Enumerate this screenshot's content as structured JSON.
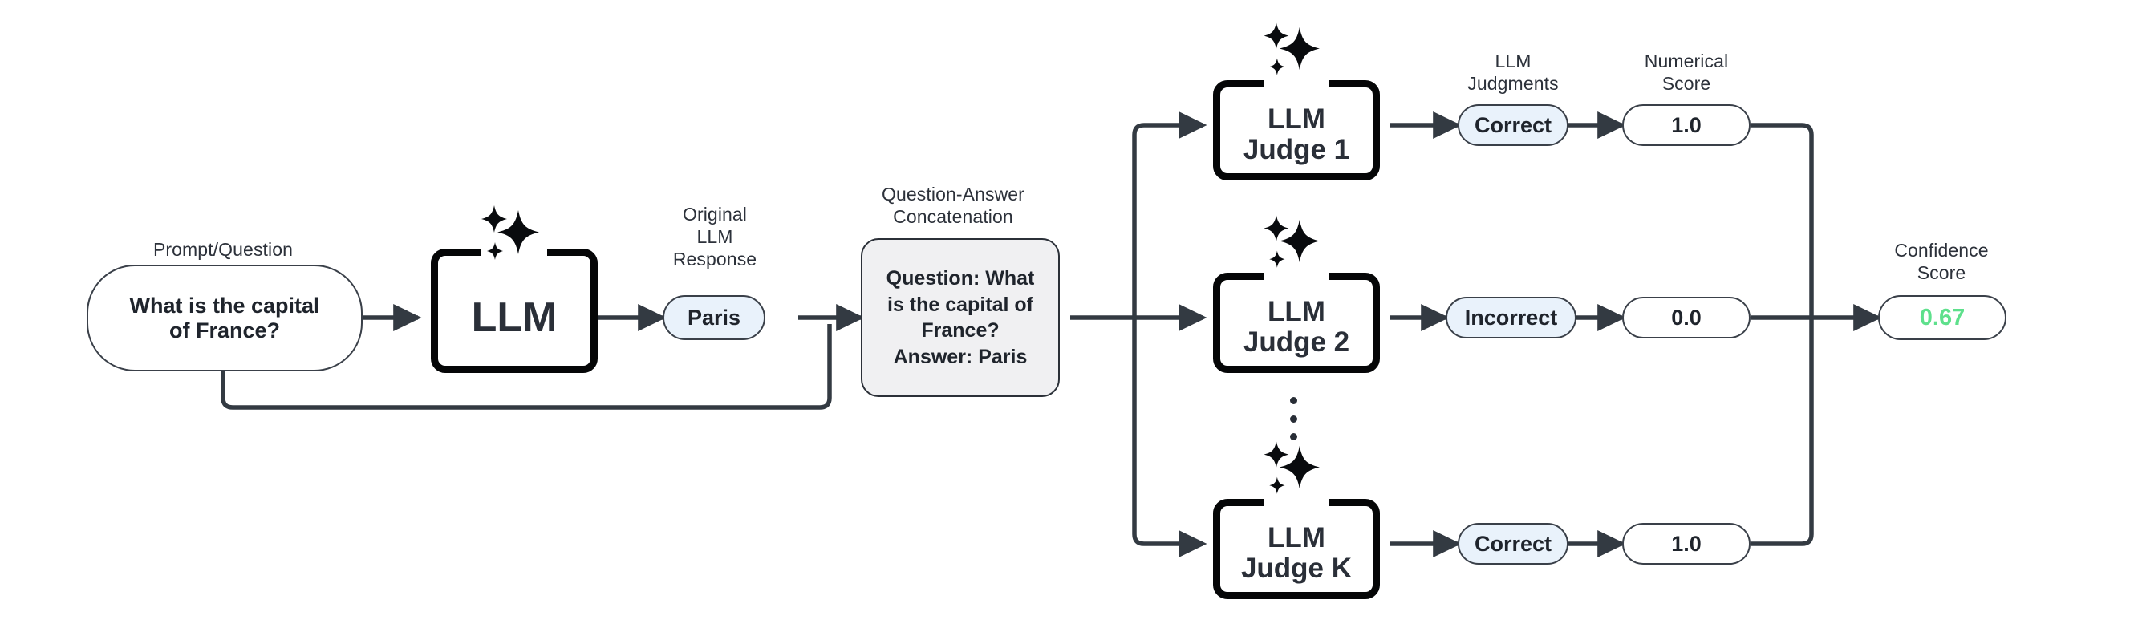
{
  "diagram": {
    "title": "LLM-as-a-Judge confidence scoring pipeline",
    "colors": {
      "text": "#2c313a",
      "strong_text": "#1f242c",
      "box_border": "#050607",
      "wire": "#333a42",
      "pill_blue_fill": "#e9f2fb",
      "card_gray_fill": "#f0f0f2",
      "confidence_green": "#5ee08c"
    }
  },
  "input": {
    "caption": "Prompt/Question",
    "value": "What is the capital\nof France?"
  },
  "llm": {
    "label": "LLM",
    "sparkle_icon": "sparkles-icon"
  },
  "response": {
    "caption": "Original\nLLM\nResponse",
    "value": "Paris"
  },
  "concatenation": {
    "caption": "Question-Answer\nConcatenation",
    "value": "Question: What\nis the capital of\nFrance?\nAnswer: Paris"
  },
  "judges_section": {
    "judgments_caption": "LLM\nJudgments",
    "score_caption": "Numerical\nScore",
    "ellipsis": "vertical-ellipsis-icon",
    "rows": [
      {
        "judge_label": "LLM\nJudge 1",
        "judgment": "Correct",
        "score": "1.0"
      },
      {
        "judge_label": "LLM\nJudge 2",
        "judgment": "Incorrect",
        "score": "0.0"
      },
      {
        "judge_label": "LLM\nJudge K",
        "judgment": "Correct",
        "score": "1.0"
      }
    ]
  },
  "output": {
    "caption": "Confidence\nScore",
    "value": "0.67"
  }
}
